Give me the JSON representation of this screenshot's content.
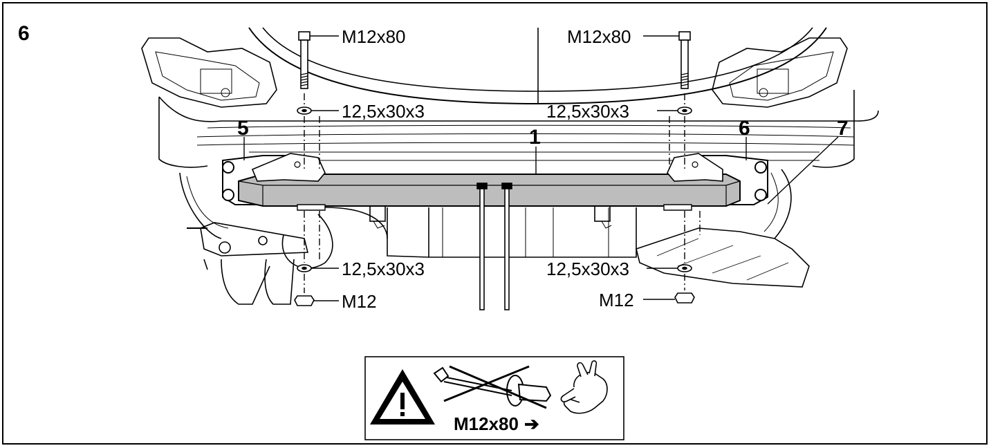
{
  "step_number": "6",
  "callouts": {
    "item_1": "1",
    "item_5": "5",
    "item_6": "6",
    "item_7": "7"
  },
  "parts": {
    "bolt_left": "M12x80",
    "bolt_right": "M12x80",
    "washer_top_left": "12,5x30x3",
    "washer_top_right": "12,5x30x3",
    "washer_bottom_left": "12,5x30x3",
    "washer_bottom_right": "12,5x30x3",
    "nut_left": "M12",
    "nut_right": "M12"
  },
  "warning": {
    "text": "M12x80",
    "arrow": "➔"
  },
  "icons": {
    "warning": "warning-triangle-icon",
    "no_impact_wrench": "crossed-out-impact-wrench-icon",
    "hand_tighten": "hand-tighten-icon"
  }
}
